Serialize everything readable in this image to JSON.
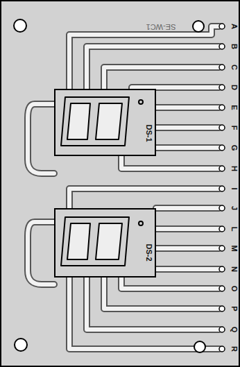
{
  "diagram": {
    "nodes": [
      {
        "text": [
          "DS-1"
        ]
      },
      {
        "text": [
          "DS-2"
        ]
      }
    ],
    "labels": [
      "SE-WC1",
      "A",
      "B",
      "C",
      "D",
      "E",
      "F",
      "G",
      "H",
      "I",
      "J",
      "L",
      "M",
      "N",
      "O",
      "P",
      "Q",
      "R"
    ]
  }
}
